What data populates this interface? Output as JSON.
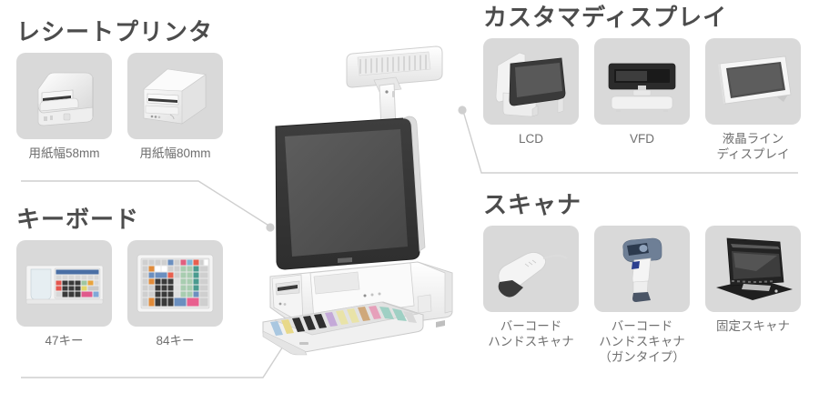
{
  "page": {
    "background": "#ffffff",
    "heading_color": "#4c4c4c",
    "caption_color": "#6f6f6f",
    "card_background": "#d9d9d9",
    "connector_color": "#cfcfcf"
  },
  "sections": {
    "receipt_printer": {
      "title": "レシートプリンタ",
      "items": [
        {
          "caption": "用紙幅58mm",
          "icon": "receipt-printer-58mm"
        },
        {
          "caption": "用紙幅80mm",
          "icon": "receipt-printer-80mm"
        }
      ]
    },
    "keyboard": {
      "title": "キーボード",
      "items": [
        {
          "caption": "47キー",
          "icon": "keyboard-47-key"
        },
        {
          "caption": "84キー",
          "icon": "keyboard-84-key"
        }
      ]
    },
    "customer_display": {
      "title": "カスタマディスプレイ",
      "items": [
        {
          "caption": "LCD",
          "icon": "lcd-customer-display"
        },
        {
          "caption": "VFD",
          "icon": "vfd-customer-display"
        },
        {
          "caption": "液晶ライン\nディスプレイ",
          "icon": "lcd-line-display"
        }
      ]
    },
    "scanner": {
      "title": "スキャナ",
      "items": [
        {
          "caption": "バーコード\nハンドスキャナ",
          "icon": "barcode-hand-scanner"
        },
        {
          "caption": "バーコード\nハンドスキャナ\n（ガンタイプ）",
          "icon": "barcode-gun-scanner"
        },
        {
          "caption": "固定スキャナ",
          "icon": "fixed-scanner"
        }
      ]
    }
  },
  "central_unit": {
    "name": "pos-terminal",
    "parts": [
      "vfd-pole-display",
      "main-touch-screen",
      "receipt-printer-body",
      "base-unit",
      "programmable-keyboard"
    ]
  }
}
